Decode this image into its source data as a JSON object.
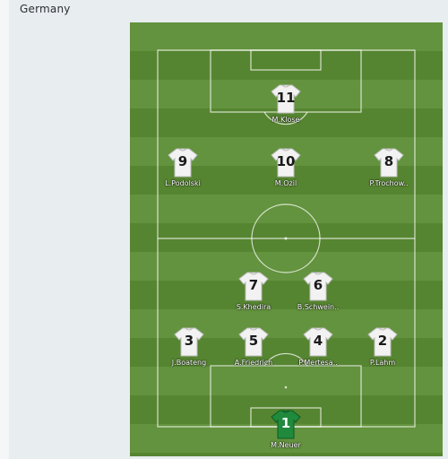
{
  "team": {
    "name": "Germany"
  },
  "colors": {
    "pitch": "#5b8d34",
    "outfield_shirt": "#f2f2f2",
    "goalkeeper_shirt": "#1f8a3c"
  },
  "players": [
    {
      "number": "11",
      "name": "M.Klose",
      "role": "outfield"
    },
    {
      "number": "9",
      "name": "L.Podolski",
      "role": "outfield"
    },
    {
      "number": "10",
      "name": "M.Ozil",
      "role": "outfield"
    },
    {
      "number": "8",
      "name": "P.Trochow..",
      "role": "outfield"
    },
    {
      "number": "7",
      "name": "S.Khedira",
      "role": "outfield"
    },
    {
      "number": "6",
      "name": "B.Schwein..",
      "role": "outfield"
    },
    {
      "number": "3",
      "name": "J.Boateng",
      "role": "outfield"
    },
    {
      "number": "5",
      "name": "A.Friedrich",
      "role": "outfield"
    },
    {
      "number": "4",
      "name": "P.Mertesa..",
      "role": "outfield"
    },
    {
      "number": "2",
      "name": "P.Lahm",
      "role": "outfield"
    },
    {
      "number": "1",
      "name": "M.Neuer",
      "role": "goalkeeper"
    }
  ]
}
